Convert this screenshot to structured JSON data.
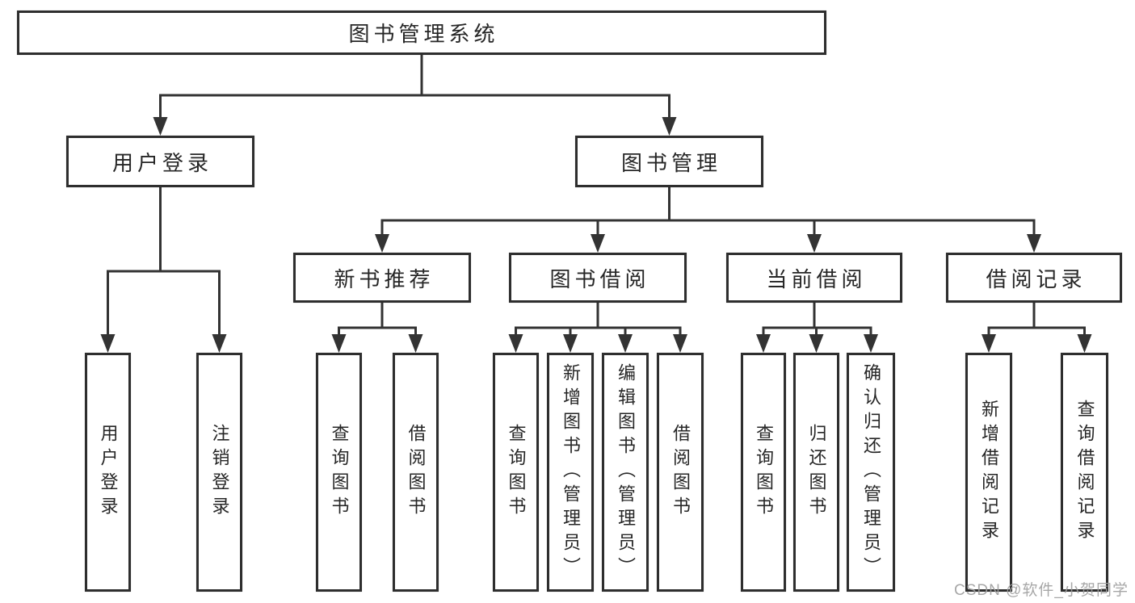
{
  "watermark": "CSDN @软件_小贺同学",
  "colors": {
    "line": "#333333",
    "border": "#2e2e2e",
    "text": "#262626",
    "watermark": "#9e9e9e"
  },
  "tree": {
    "label": "图书管理系统",
    "children": [
      {
        "label": "用户登录",
        "children": [
          {
            "label": "用户登录"
          },
          {
            "label": "注销登录"
          }
        ]
      },
      {
        "label": "图书管理",
        "children": [
          {
            "label": "新书推荐",
            "children": [
              {
                "label": "查询图书"
              },
              {
                "label": "借阅图书"
              }
            ]
          },
          {
            "label": "图书借阅",
            "children": [
              {
                "label": "查询图书"
              },
              {
                "label": "新增图书（管理员）"
              },
              {
                "label": "编辑图书（管理员）"
              },
              {
                "label": "借阅图书"
              }
            ]
          },
          {
            "label": "当前借阅",
            "children": [
              {
                "label": "查询图书"
              },
              {
                "label": "归还图书"
              },
              {
                "label": "确认归还（管理员）"
              }
            ]
          },
          {
            "label": "借阅记录",
            "children": [
              {
                "label": "新增借阅记录"
              },
              {
                "label": "查询借阅记录"
              }
            ]
          }
        ]
      }
    ]
  }
}
